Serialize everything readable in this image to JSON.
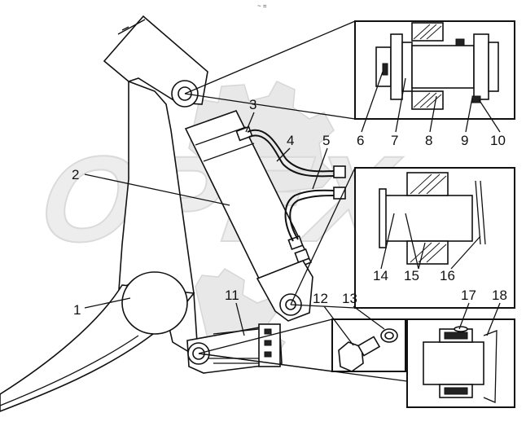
{
  "watermark": {
    "text": "OPEX"
  },
  "header_mark": "~ =",
  "callouts": [
    {
      "id": "1",
      "label": "1"
    },
    {
      "id": "2",
      "label": "2"
    },
    {
      "id": "3",
      "label": "3"
    },
    {
      "id": "4",
      "label": "4"
    },
    {
      "id": "5",
      "label": "5"
    },
    {
      "id": "6",
      "label": "6"
    },
    {
      "id": "7",
      "label": "7"
    },
    {
      "id": "8",
      "label": "8"
    },
    {
      "id": "9",
      "label": "9"
    },
    {
      "id": "10",
      "label": "10"
    },
    {
      "id": "11",
      "label": "11"
    },
    {
      "id": "12",
      "label": "12"
    },
    {
      "id": "13",
      "label": "13"
    },
    {
      "id": "14",
      "label": "14"
    },
    {
      "id": "15",
      "label": "15"
    },
    {
      "id": "16",
      "label": "16"
    },
    {
      "id": "17",
      "label": "17"
    },
    {
      "id": "18",
      "label": "18"
    }
  ]
}
